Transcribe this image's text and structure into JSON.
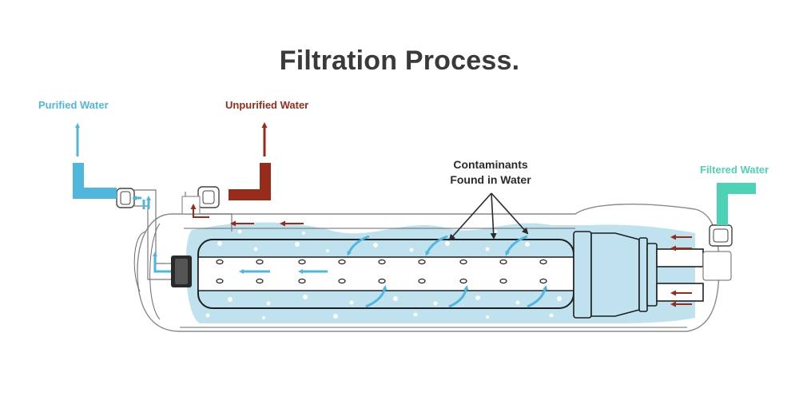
{
  "title": "Filtration Process.",
  "labels": {
    "purified_water": "Purified Water",
    "unpurified_water": "Unpurified Water",
    "filtered_water": "Filtered Water",
    "contaminants_line1": "Contaminants",
    "contaminants_line2": "Found in Water"
  },
  "colors": {
    "purified": "#4fb7dd",
    "unpurified": "#992b1a",
    "filtered": "#4ed2b5",
    "water": "#bfe2ee",
    "outline": "#1f1f1f",
    "title": "#3a3a3a"
  }
}
